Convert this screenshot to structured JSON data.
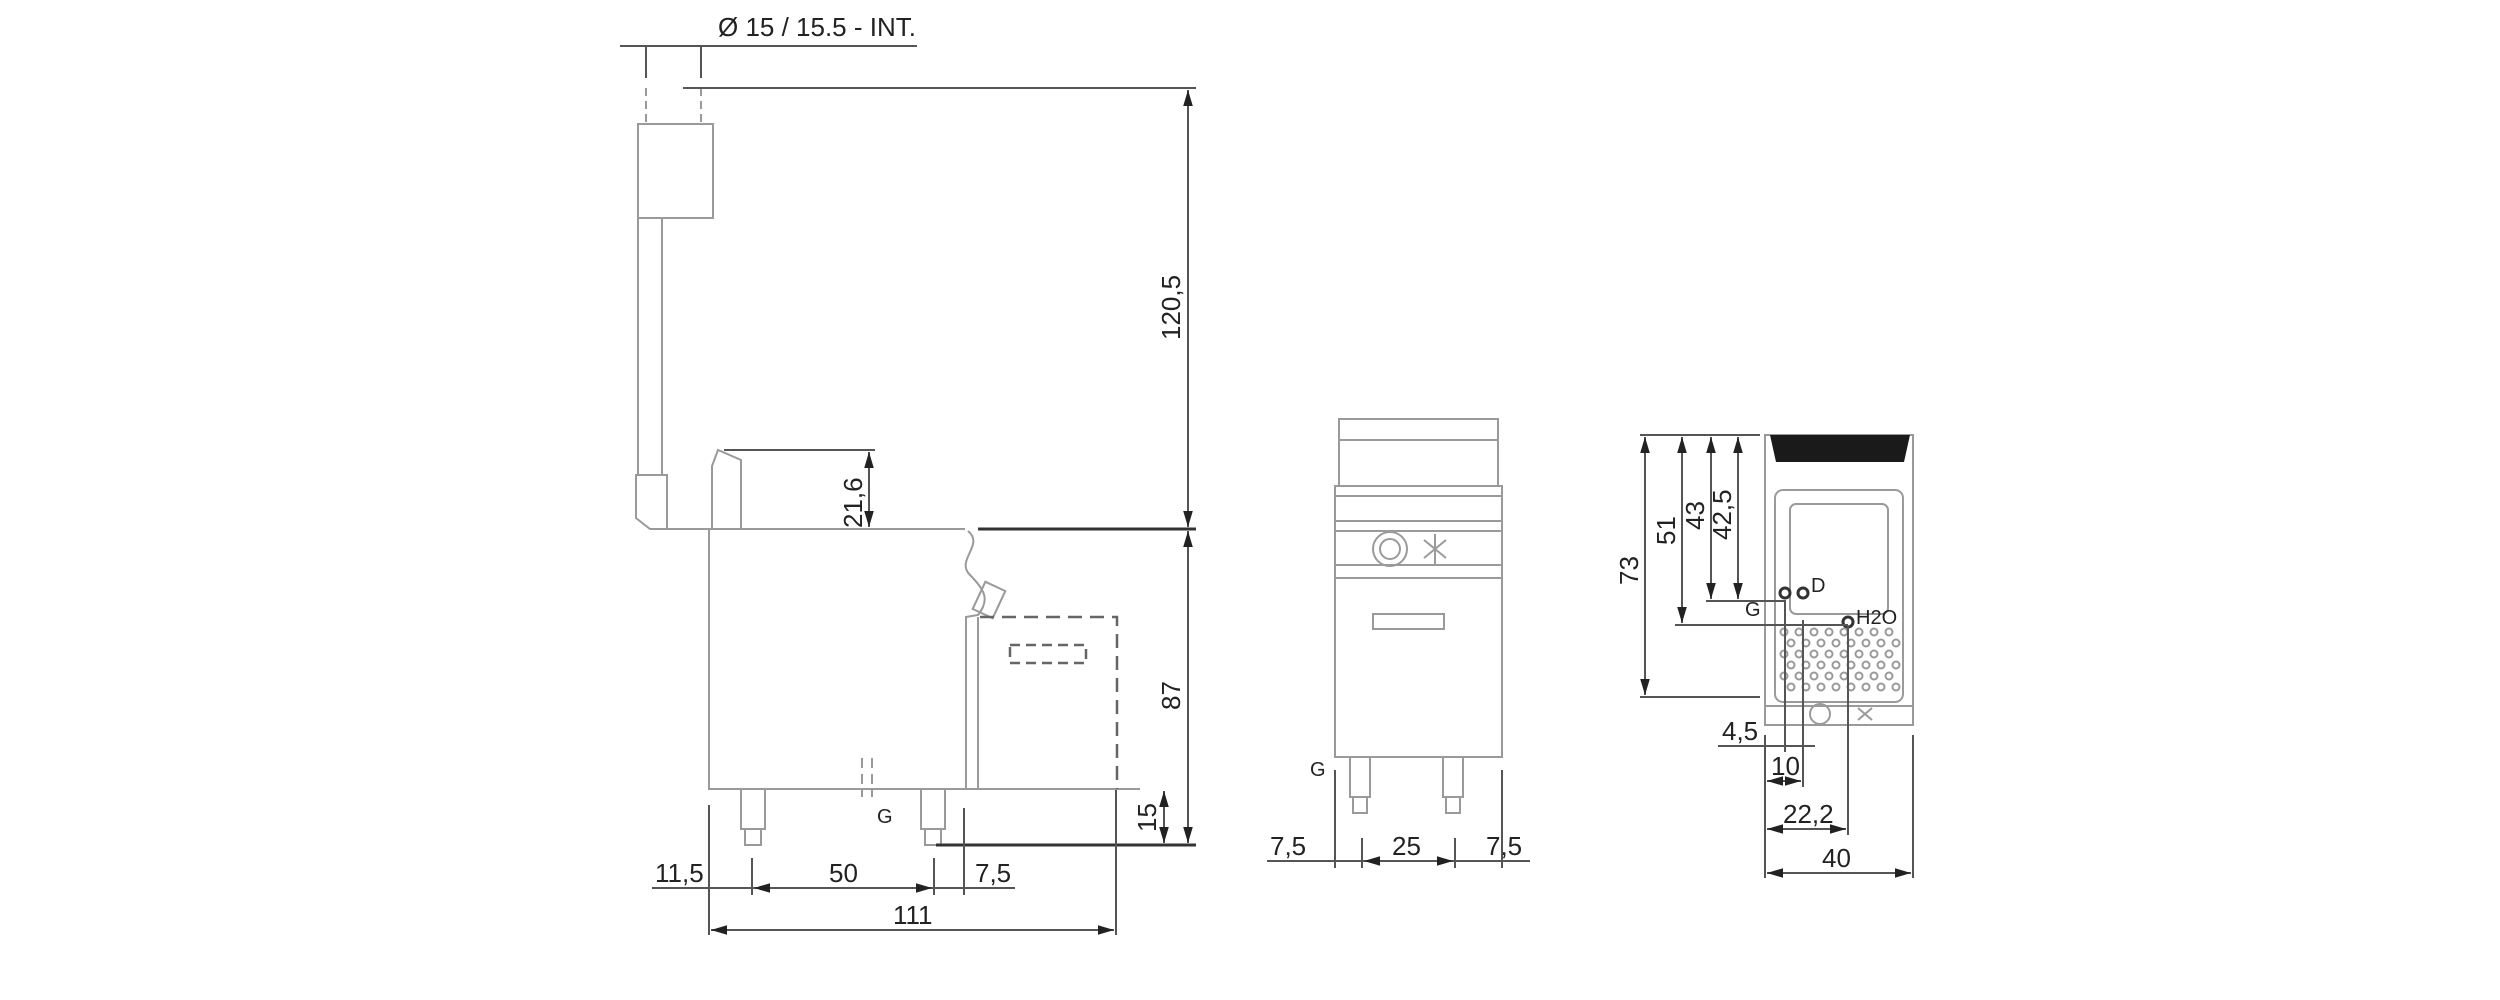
{
  "side_view": {
    "flue_diameter": "Ø  15  / 15.5 - INT.",
    "dim_flue_height": "120,5",
    "dim_backsplash": "21,6",
    "dim_height": "87",
    "dim_leg_height": "15",
    "dim_left_offset": "11,5",
    "dim_leg_spacing": "50",
    "dim_right_offset": "7,5",
    "dim_depth": "111",
    "gas_label": "G"
  },
  "front_view": {
    "gas_label": "G",
    "dim_left": "7,5",
    "dim_leg_spacing": "25",
    "dim_right": "7,5"
  },
  "top_view": {
    "dim_73": "73",
    "dim_51": "51",
    "dim_43": "43",
    "dim_42_5": "42,5",
    "label_g": "G",
    "label_d": "D",
    "label_h2o": "H2O",
    "dim_4_5": "4,5",
    "dim_10": "10",
    "dim_22_2": "22,2",
    "dim_40": "40"
  }
}
